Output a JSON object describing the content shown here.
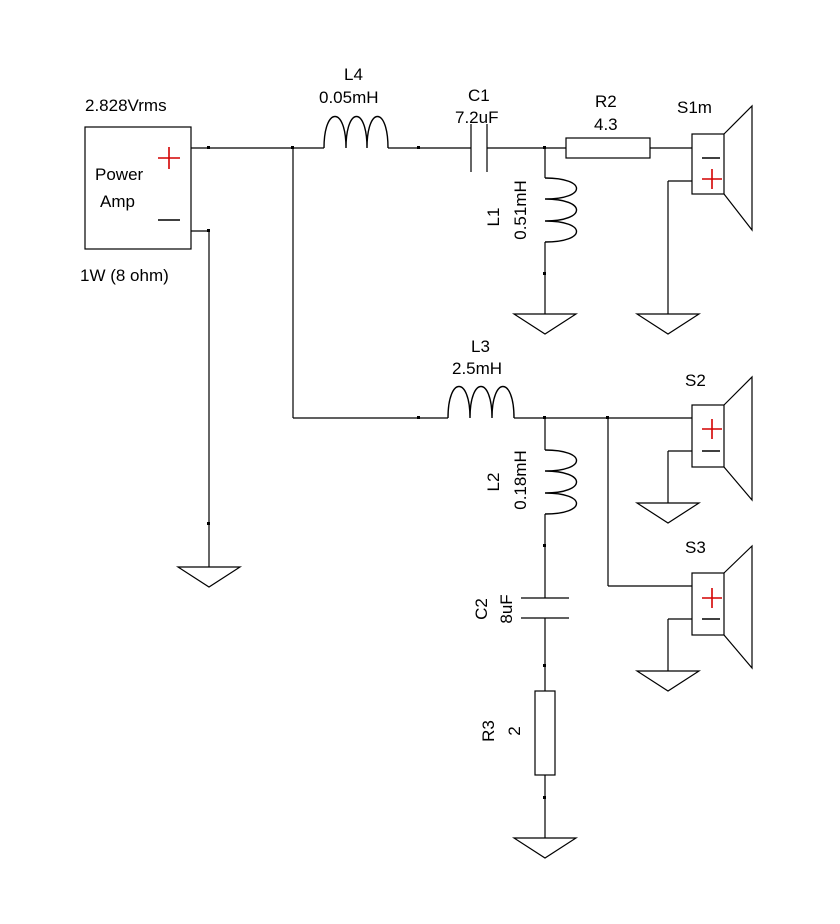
{
  "source": {
    "voltage": "2.828Vrms",
    "name_line1": "Power",
    "name_line2": "Amp",
    "power": "1W (8 ohm)"
  },
  "components": {
    "L4": {
      "ref": "L4",
      "value": "0.05mH"
    },
    "C1": {
      "ref": "C1",
      "value": "7.2uF"
    },
    "R2": {
      "ref": "R2",
      "value": "4.3"
    },
    "L1": {
      "ref": "L1",
      "value": "0.51mH"
    },
    "L3": {
      "ref": "L3",
      "value": "2.5mH"
    },
    "L2": {
      "ref": "L2",
      "value": "0.18mH"
    },
    "C2": {
      "ref": "C2",
      "value": "8uF"
    },
    "R3": {
      "ref": "R3",
      "value": "2"
    }
  },
  "speakers": {
    "S1m": {
      "ref": "S1m"
    },
    "S2": {
      "ref": "S2"
    },
    "S3": {
      "ref": "S3"
    }
  },
  "colors": {
    "wire": "#000000",
    "plus_terminal": "#d40000",
    "background": "#ffffff"
  }
}
